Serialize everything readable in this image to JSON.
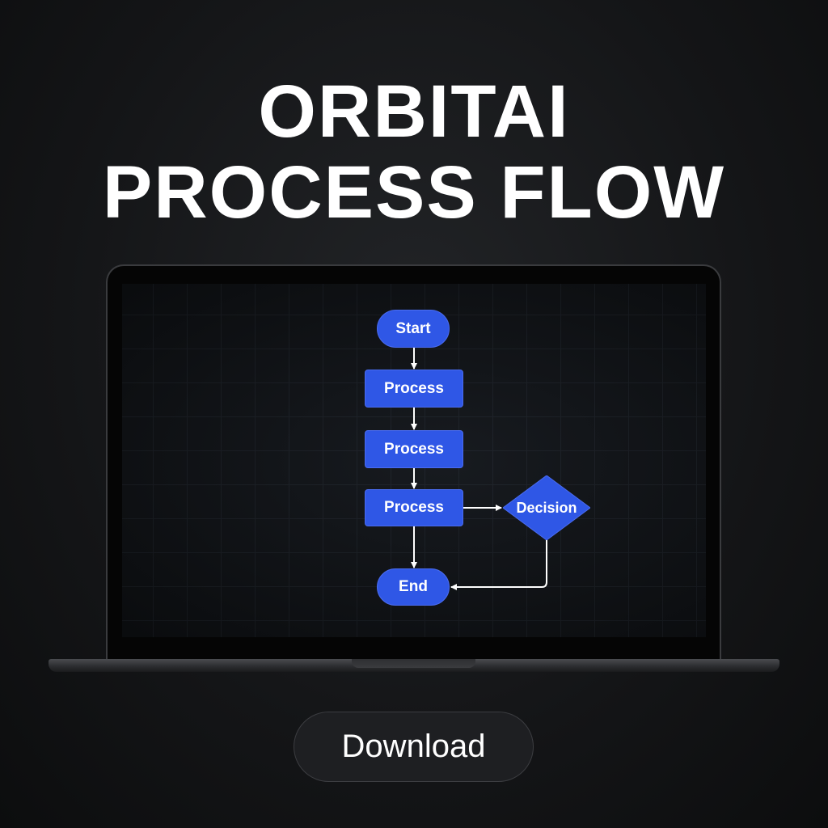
{
  "title": {
    "line1": "ORBITAI",
    "line2": "PROCESS FLOW"
  },
  "flowchart": {
    "start": "Start",
    "process_1": "Process",
    "process_2": "Process",
    "process_3": "Process",
    "decision": "Decision",
    "end": "End"
  },
  "download_label": "Download",
  "colors": {
    "node": "#2f57e6",
    "background": "#141517",
    "arrow": "#ffffff"
  }
}
